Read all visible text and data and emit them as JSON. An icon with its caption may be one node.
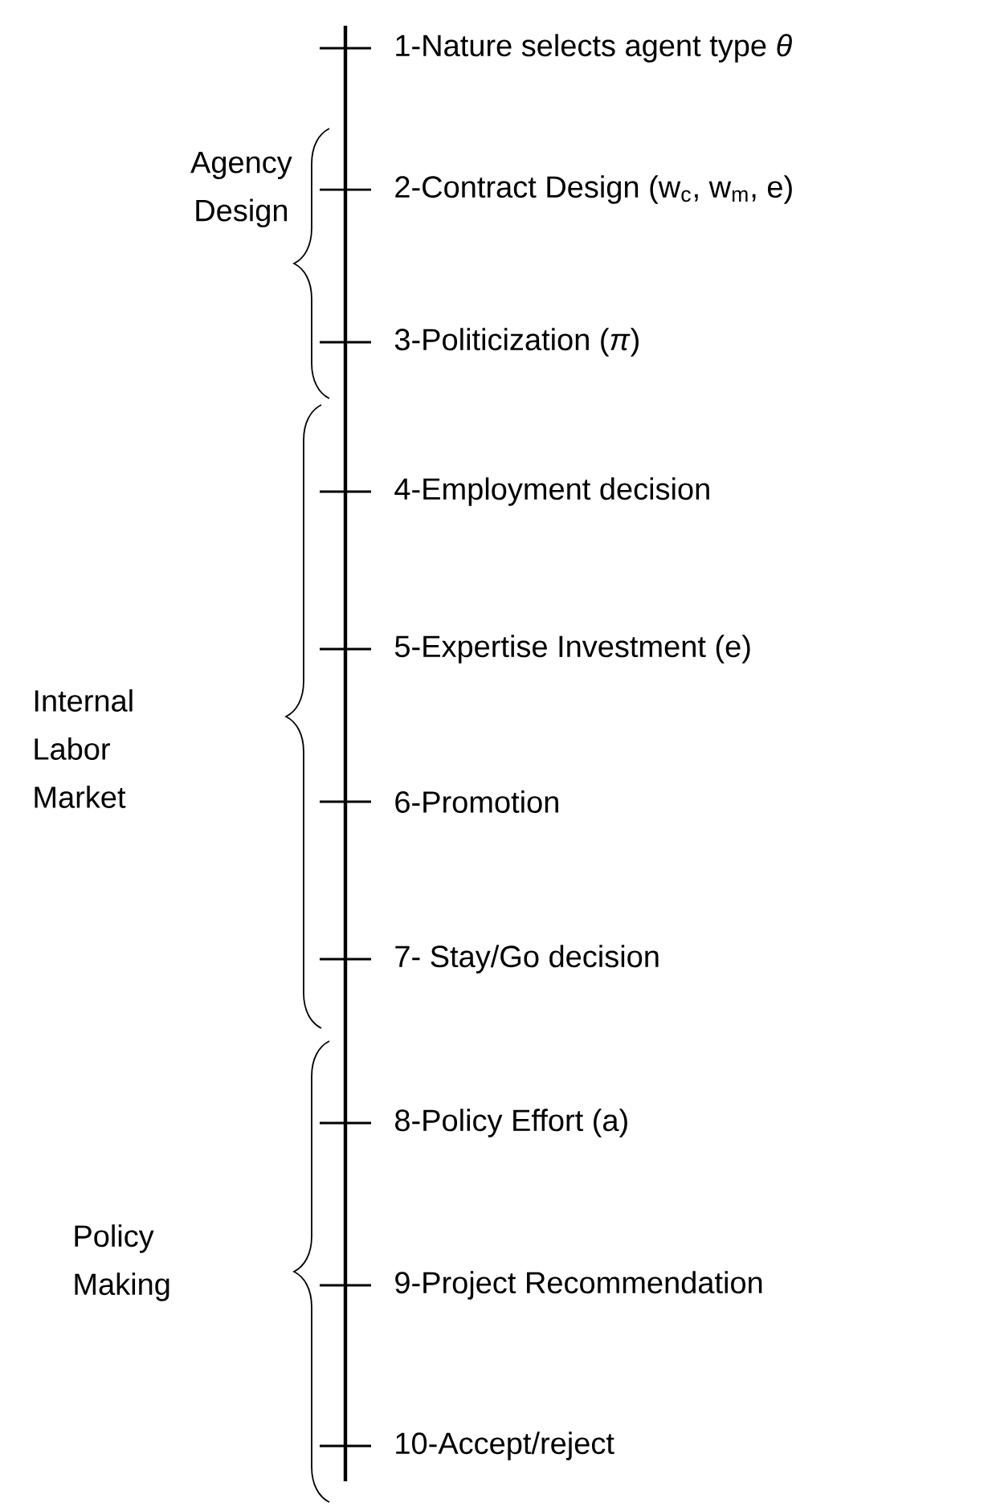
{
  "diagram": {
    "labels": [
      "1-Nature selects agent type *θ*",
      "2-Contract Design (w$_{c}$, w$_{m}$, e)",
      "Agency Design",
      "3-Politicization (*π*)",
      "4-Employment decision",
      "5-Expertise Investment (e)",
      "Internal Labor Market",
      "6-Promotion",
      "7- Stay/Go decision",
      "8-Policy Effort (a)",
      "Policy Making",
      "9-Project Recommendation",
      "10-Accept/reject"
    ]
  }
}
